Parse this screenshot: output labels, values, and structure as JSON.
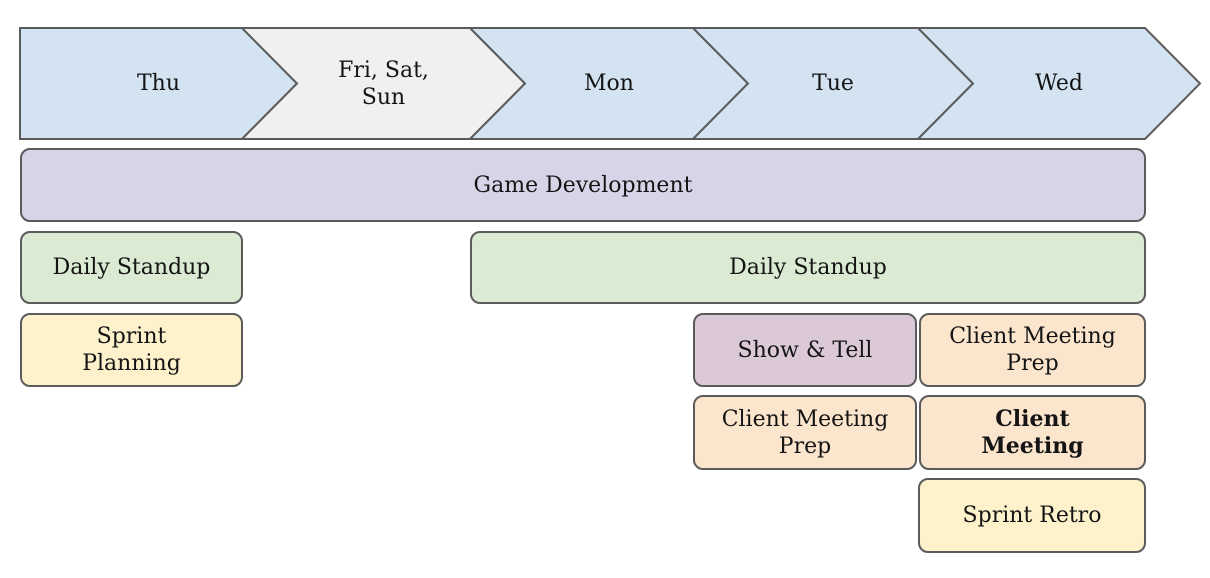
{
  "timeline": {
    "days": [
      {
        "id": "thu",
        "label": "Thu"
      },
      {
        "id": "fri-sat-sun",
        "label": "Fri, Sat,\nSun"
      },
      {
        "id": "mon",
        "label": "Mon"
      },
      {
        "id": "tue",
        "label": "Tue"
      },
      {
        "id": "wed",
        "label": "Wed"
      }
    ]
  },
  "events": {
    "game_development": {
      "label": "Game Development"
    },
    "daily_standup_thu": {
      "label": "Daily Standup"
    },
    "daily_standup_week": {
      "label": "Daily Standup"
    },
    "sprint_planning": {
      "label": "Sprint\nPlanning"
    },
    "show_and_tell": {
      "label": "Show & Tell"
    },
    "client_meeting_prep_wed": {
      "label": "Client Meeting\nPrep"
    },
    "client_meeting_prep_tue": {
      "label": "Client Meeting\nPrep"
    },
    "client_meeting": {
      "label": "Client\nMeeting"
    },
    "sprint_retro": {
      "label": "Sprint Retro"
    }
  },
  "colors": {
    "weekday_chevron": "#d3e3f2",
    "weekend_chevron": "#f0f0f0",
    "game_development": "#d9d3e8",
    "daily_standup": "#dbead3",
    "sprint_tasks": "#fdf2cc",
    "show_and_tell": "#dcc9d8",
    "client_tasks": "#fbe5cd",
    "outline": "#5b5b5b",
    "text": "#141414"
  }
}
